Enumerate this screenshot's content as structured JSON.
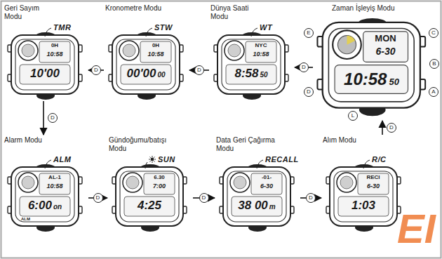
{
  "diagram": {
    "nodes": [
      {
        "text": [
          "Geri Sayım Modu",
          "TMR",
          "0H",
          "10:58",
          "10'00"
        ]
      },
      {
        "text": [
          "Kronometre Modu",
          "STW",
          "0H",
          "10:58",
          "00'00",
          "00"
        ]
      },
      {
        "text": [
          "Dünya Saati Modu",
          "WT",
          "NYC",
          "10:58",
          "8:58",
          "50"
        ]
      },
      {
        "text": [
          "Zaman İşleyiş Modu",
          "MON",
          "6-30",
          "10:58",
          "50"
        ]
      },
      {
        "text": [
          "Alarm Modu",
          "ALM",
          "AL-1",
          "10:58",
          "6:00",
          "on",
          "ALM"
        ]
      },
      {
        "text": [
          "Gündoğumu/batışı Modu",
          "SUN",
          "6.30",
          "7:00",
          "4:25"
        ]
      },
      {
        "text": [
          "Data Geri Çağırma Modu",
          "RECALL",
          "-01-",
          "6-30",
          "38 00",
          "m"
        ]
      },
      {
        "text": [
          "Alım Modu",
          "R/C",
          "RECI",
          "6-30",
          "1:03"
        ]
      }
    ],
    "edges": [
      {
        "from": 3,
        "to": 2,
        "label": "D",
        "arrow": "to"
      },
      {
        "from": 2,
        "to": 1,
        "label": "D",
        "arrow": "to"
      },
      {
        "from": 1,
        "to": 0,
        "label": "D",
        "arrow": "to"
      },
      {
        "from": 0,
        "to": 4,
        "label": "D",
        "arrow": "to"
      },
      {
        "from": 4,
        "to": 5,
        "label": "D",
        "arrow": "to"
      },
      {
        "from": 5,
        "to": 6,
        "label": "D",
        "arrow": "to"
      },
      {
        "from": 6,
        "to": 7,
        "label": "D",
        "arrow": "to"
      },
      {
        "from": 7,
        "to": 3,
        "label": "D",
        "arrow": "to"
      }
    ],
    "labels": [
      "E",
      "C",
      "B",
      "A",
      "D",
      "L",
      "EI"
    ]
  }
}
